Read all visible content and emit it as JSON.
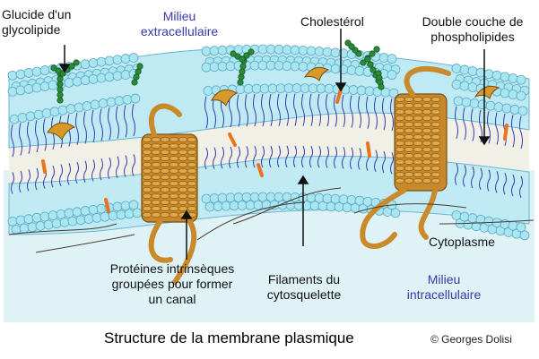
{
  "labels": {
    "glycolipid": "Glucide d'un\nglycolipide",
    "extracellular": "Milieu\nextracellulaire",
    "cholesterol": "Cholestérol",
    "bilayer": "Double couche de\nphospholipides",
    "cytoplasm": "Cytoplasme",
    "proteins": "Protéines intrinsèques\ngroupées pour former\nun canal",
    "cytoskeleton": "Filaments du\ncytosquelette",
    "intracellular": "Milieu\nintracellulaire"
  },
  "title": "Structure de la membrane plasmique",
  "credit": "© Georges Dolisi",
  "colors": {
    "head": "#a9e6f2",
    "head_stroke": "#5ea9c4",
    "tail": "#3a3ab0",
    "core": "#f1f0e6",
    "protein": "#c88a2a",
    "protein_dark": "#8a5a14",
    "cholesterol": "#e8741e",
    "sugar": "#2a8a3a",
    "cytoplasm": "#d8f0f4",
    "fiber": "#4a3a30"
  }
}
